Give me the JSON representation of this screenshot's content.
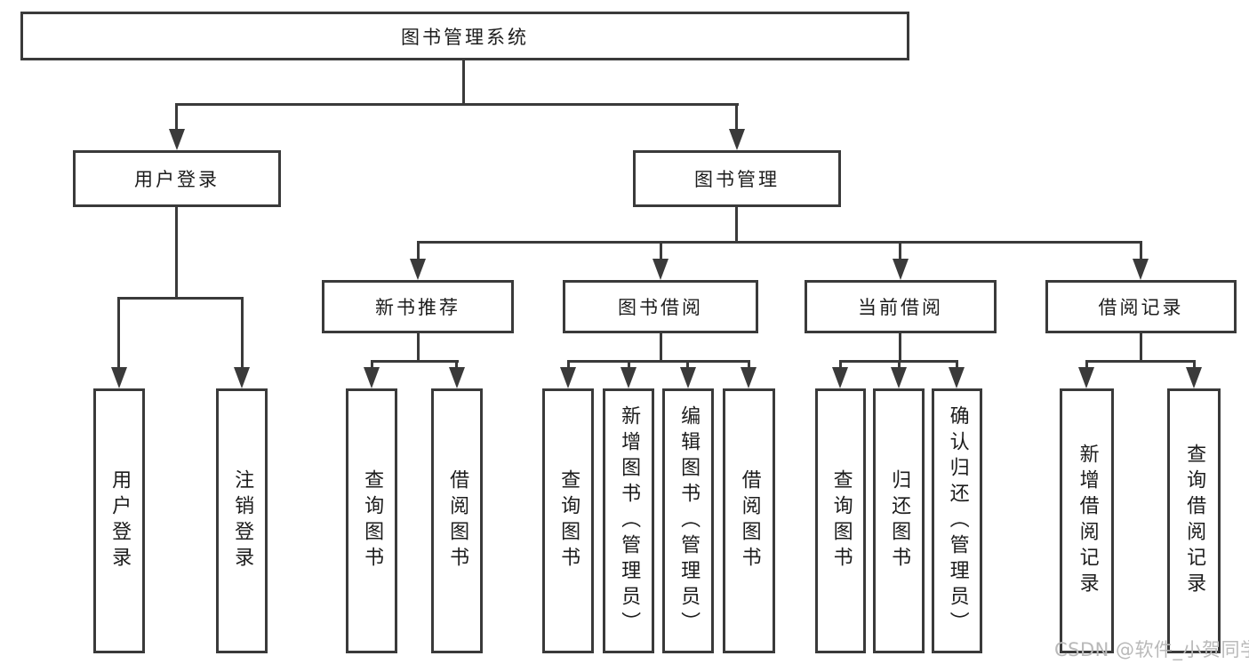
{
  "nodes": {
    "root": "图书管理系统",
    "login": "用户登录",
    "book_management": "图书管理",
    "new_book_recommend": "新书推荐",
    "book_borrowing": "图书借阅",
    "current_borrowing": "当前借阅",
    "borrowing_records": "借阅记录",
    "leaves": {
      "user_login": "用户登录",
      "logout": "注销登录",
      "query_book_recommend": "查询图书",
      "borrow_book_recommend": "借阅图书",
      "query_book_borrowing": "查询图书",
      "add_book_admin": "新增图书（管理员）",
      "edit_book_admin": "编辑图书（管理员）",
      "borrow_book_borrowing": "借阅图书",
      "query_book_current": "查询图书",
      "return_book": "归还图书",
      "confirm_return_admin": "确认归还（管理员）",
      "add_borrow_record": "新增借阅记录",
      "query_borrow_record": "查询借阅记录"
    }
  },
  "watermark": "CSDN @软件_小贺同学",
  "colors": {
    "line": "#3a3a3a",
    "text": "#1c1c1c",
    "watermark": "#b9b9b9",
    "background": "#ffffff"
  }
}
